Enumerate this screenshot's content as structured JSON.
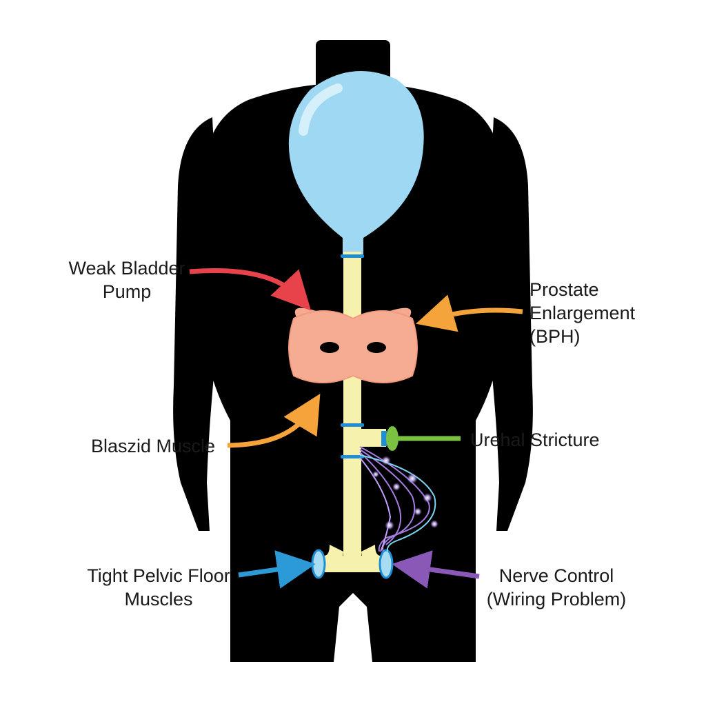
{
  "labels": {
    "weak_bladder": [
      "Weak Bladder",
      "Pump"
    ],
    "prostate": [
      "Prostate",
      "Enlargement",
      "(BPH)"
    ],
    "bladder_muscle": [
      "Blaszid Muscle"
    ],
    "stricture": [
      "Urehal Stricture"
    ],
    "pelvic_floor": [
      "Tight Pelvic Floor",
      "Muscles"
    ],
    "nerve": [
      "Nerve Control",
      "(Wiring Problem)"
    ]
  },
  "colors": {
    "silhouette": "#000000",
    "bladder": "#9fd8f2",
    "bladder_highlight": "#d6f0fb",
    "urethra": "#f6f1ad",
    "prostate": "#f5a98e",
    "band": "#1e8fd6",
    "arrow_red": "#e8424a",
    "arrow_orange": "#f5a33b",
    "arrow_green": "#7cc242",
    "arrow_blue": "#2d9ad8",
    "arrow_purple": "#8a59b8",
    "nerve": "#a57de0"
  },
  "icons": {
    "bladder": "balloon-bladder-icon",
    "prostate": "prostate-gland-icon",
    "nerves": "nerve-fibers-icon"
  }
}
